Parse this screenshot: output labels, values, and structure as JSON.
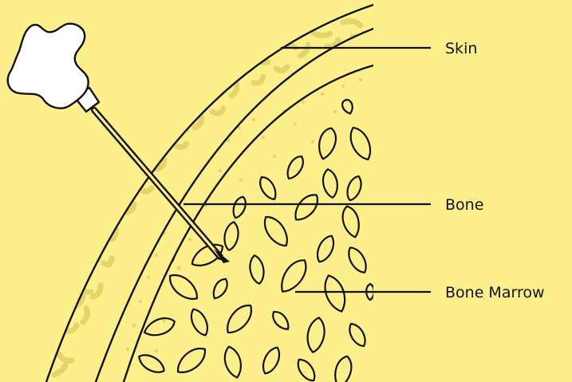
{
  "diagram": {
    "labels": {
      "skin": "Skin",
      "bone": "Bone",
      "marrow": "Bone Marrow"
    }
  },
  "colors": {
    "background": "#fdef8c",
    "skin_texture": "#e4d56a",
    "line": "#111111",
    "needle_handle": "#ffffff"
  }
}
